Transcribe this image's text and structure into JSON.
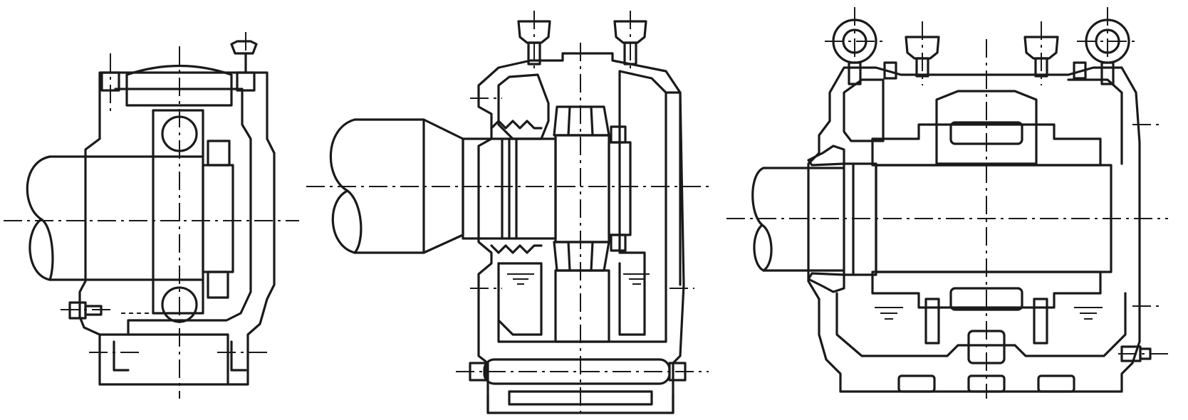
{
  "figure": {
    "views": [
      {
        "id": "view-1",
        "component": "shaft-with-ball-bearing-housing"
      },
      {
        "id": "view-2",
        "component": "shaft-with-tapered-roller-bearing-housing"
      },
      {
        "id": "view-3",
        "component": "shaft-with-sleeve-bearing-housing"
      }
    ],
    "colors": {
      "line": "#1a1a1a",
      "background": "#ffffff"
    }
  }
}
